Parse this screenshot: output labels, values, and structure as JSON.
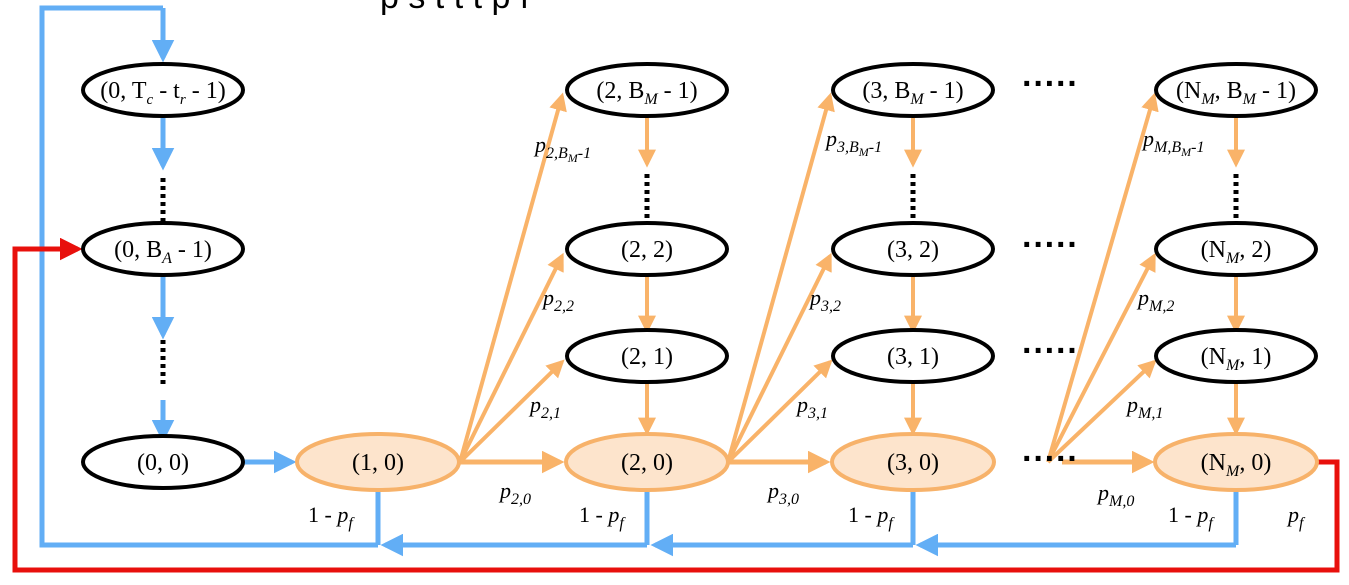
{
  "header": {
    "text": "p s t t t p f"
  },
  "nodes": {
    "n0_top": {
      "text": "(0, T",
      "sub1": "c",
      "mid": " - t",
      "sub2": "r",
      "tail": " - 1)"
    },
    "n0_mid": {
      "text": "(0, B",
      "sub": "A",
      "tail": " - 1)"
    },
    "n0_zero": {
      "text": "(0, 0)"
    },
    "n1_zero": {
      "text": "(1, 0)"
    },
    "n2_top": {
      "text": "(2, B",
      "sub": "M",
      "tail": " - 1)"
    },
    "n2_2": {
      "text": "(2, 2)"
    },
    "n2_1": {
      "text": "(2, 1)"
    },
    "n2_0": {
      "text": "(2, 0)"
    },
    "n3_top": {
      "text": "(3, B",
      "sub": "M",
      "tail": " - 1)"
    },
    "n3_2": {
      "text": "(3, 2)"
    },
    "n3_1": {
      "text": "(3, 1)"
    },
    "n3_0": {
      "text": "(3, 0)"
    },
    "nN_top": {
      "text": "(N",
      "sub": "M",
      "tail": ", B",
      "sub2": "M",
      "tail2": " - 1)"
    },
    "nN_2": {
      "text": "(N",
      "sub": "M",
      "tail": ", 2)"
    },
    "nN_1": {
      "text": "(N",
      "sub": "M",
      "tail": ", 1)"
    },
    "nN_0": {
      "text": "(N",
      "sub": "M",
      "tail": ", 0)"
    }
  },
  "edge_labels": {
    "p2_top": {
      "base": "p",
      "sub": "2,B",
      "subsub": "M",
      "tail": "-1"
    },
    "p2_2": {
      "base": "p",
      "sub": "2,2"
    },
    "p2_1": {
      "base": "p",
      "sub": "2,1"
    },
    "p2_0": {
      "base": "p",
      "sub": "2,0"
    },
    "p3_top": {
      "base": "p",
      "sub": "3,B",
      "subsub": "M",
      "tail": "-1"
    },
    "p3_2": {
      "base": "p",
      "sub": "3,2"
    },
    "p3_1": {
      "base": "p",
      "sub": "3,1"
    },
    "p3_0": {
      "base": "p",
      "sub": "3,0"
    },
    "pM_top": {
      "base": "p",
      "sub": "M,B",
      "subsub": "M",
      "tail": "-1"
    },
    "pM_2": {
      "base": "p",
      "sub": "M,2"
    },
    "pM_1": {
      "base": "p",
      "sub": "M,1"
    },
    "pM_0": {
      "base": "p",
      "sub": "M,0"
    },
    "fail_1": {
      "prefix": "1 - ",
      "base": "p",
      "sub": "f"
    },
    "fail_2": {
      "prefix": "1 - ",
      "base": "p",
      "sub": "f"
    },
    "fail_3": {
      "prefix": "1 - ",
      "base": "p",
      "sub": "f"
    },
    "fail_N": {
      "prefix": "1 - ",
      "base": "p",
      "sub": "f"
    },
    "pf": {
      "base": "p",
      "sub": "f"
    }
  },
  "ellipsis": "·····",
  "colors": {
    "blue": "#62aef5",
    "orange": "#f9b369",
    "red": "#e8100c",
    "fill_orange": "#fde4cc",
    "stroke_orange": "#f7b26a",
    "black": "#000000"
  }
}
